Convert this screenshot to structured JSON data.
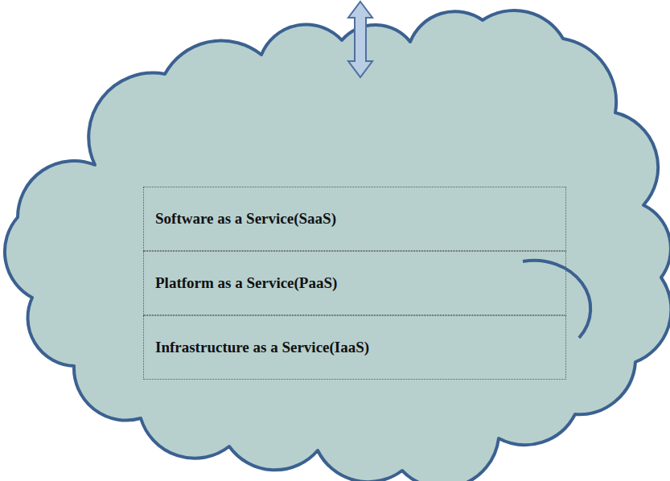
{
  "diagram": {
    "nodes": [
      {
        "text": [
          "Software as a Service(SaaS)"
        ]
      },
      {
        "text": [
          "Platform as a Service(PaaS)"
        ]
      },
      {
        "text": [
          "Infrastructure as a Service(IaaS)"
        ]
      }
    ]
  }
}
